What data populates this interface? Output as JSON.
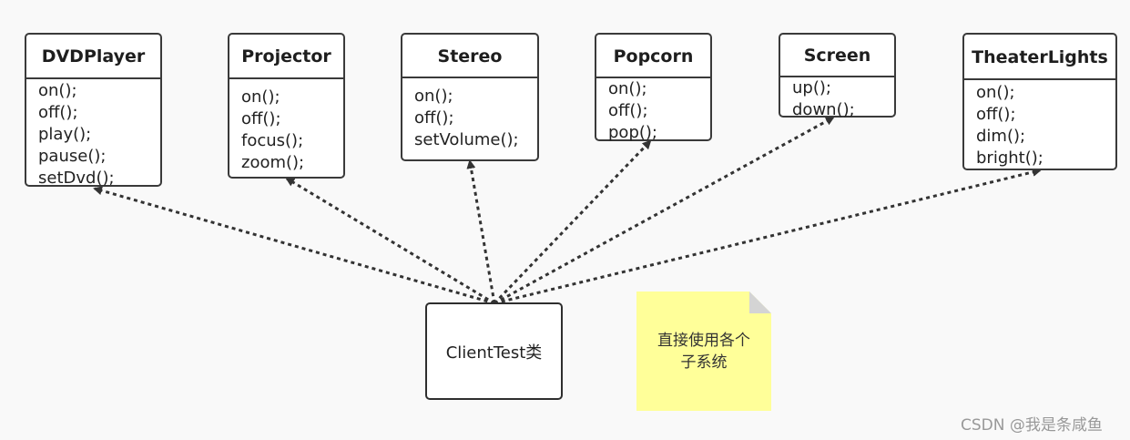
{
  "classes": [
    {
      "name": "DVDPlayer",
      "methods": [
        "on();",
        "off();",
        "play();",
        "pause();",
        "setDvd();"
      ]
    },
    {
      "name": "Projector",
      "methods": [
        "on();",
        "off();",
        "focus();",
        "zoom();"
      ]
    },
    {
      "name": "Stereo",
      "methods": [
        "on();",
        "off();",
        "setVolume();"
      ]
    },
    {
      "name": "Popcorn",
      "methods": [
        "on();",
        "off();",
        "pop();"
      ]
    },
    {
      "name": "Screen",
      "methods": [
        "up();",
        "down();"
      ]
    },
    {
      "name": "TheaterLights",
      "methods": [
        "on();",
        "off();",
        "dim();",
        "bright();"
      ]
    }
  ],
  "client": {
    "label": "ClientTest类"
  },
  "note": {
    "line1": "直接使用各个",
    "line2": "子系统"
  },
  "watermark": "CSDN @我是条咸鱼",
  "colors": {
    "background": "#f9f9f9",
    "border": "#3a3a3a",
    "note": "#ffff99",
    "arrow": "#333333"
  }
}
